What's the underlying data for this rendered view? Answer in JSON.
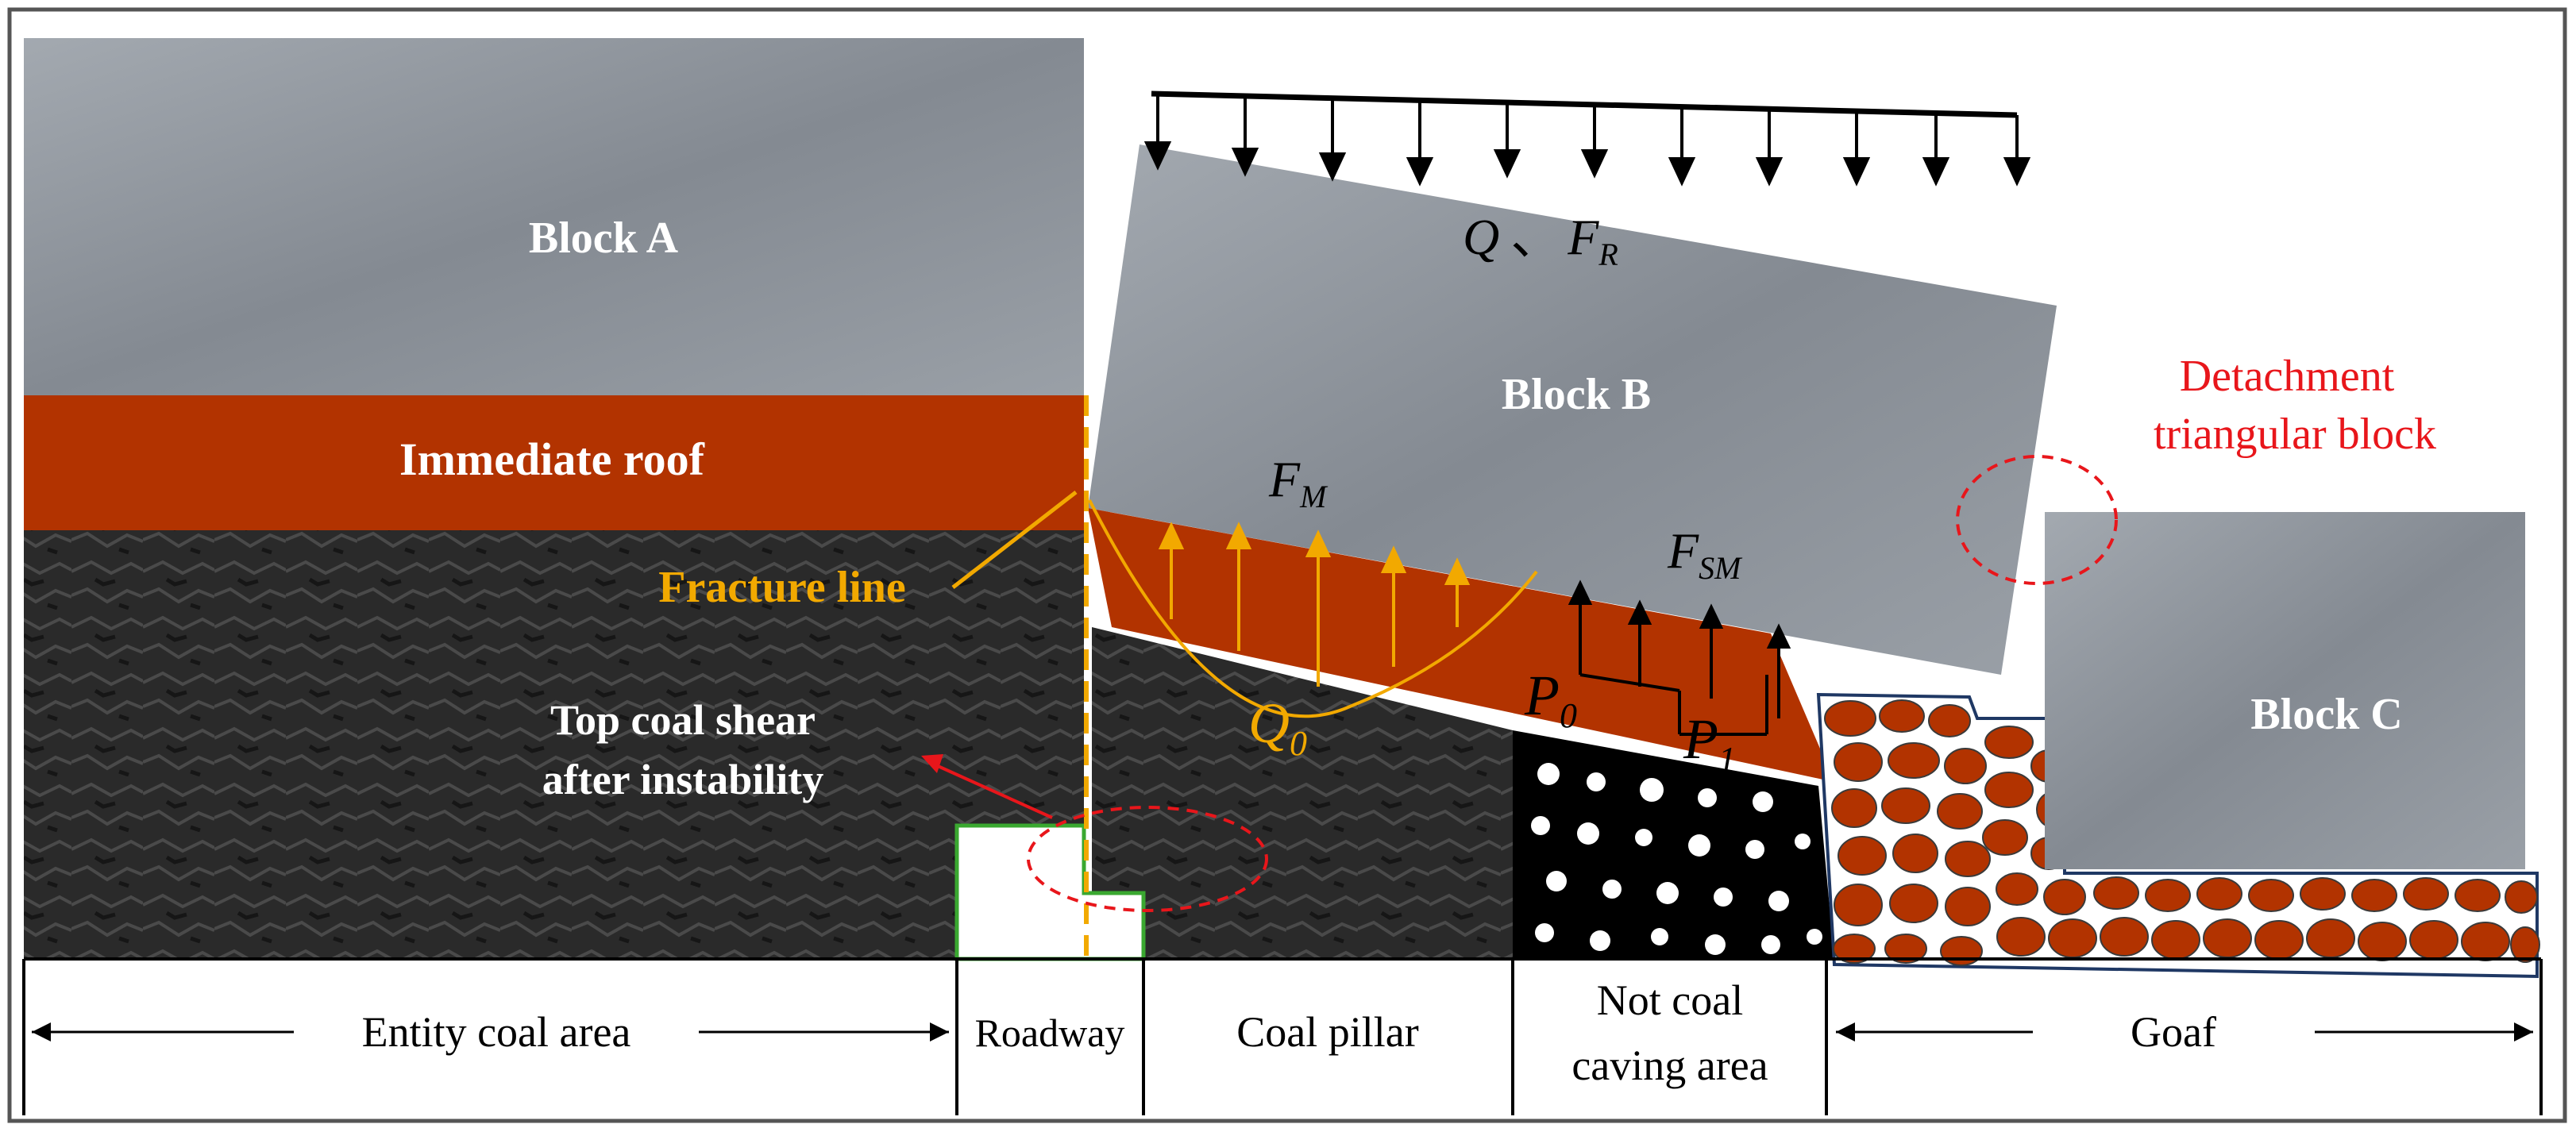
{
  "labels": {
    "block_a": "Block A",
    "block_b": "Block B",
    "block_c": "Block C",
    "immediate_roof": "Immediate roof",
    "fracture_line": "Fracture line",
    "top_coal_line1": "Top coal shear",
    "top_coal_line2": "after instability",
    "detachment_line1": "Detachment",
    "detachment_line2": "triangular block"
  },
  "forces": {
    "q": "Q",
    "sep": "、",
    "f": "F",
    "f_r_sub": "R",
    "f_m": "F",
    "f_m_sub": "M",
    "f_sm": "F",
    "f_sm_sub": "SM",
    "q0": "Q",
    "q0_sub": "0",
    "p0": "P",
    "p0_sub": "0",
    "p1": "P",
    "p1_sub": "1"
  },
  "zones": {
    "entity_coal": "Entity coal area",
    "roadway": "Roadway",
    "coal_pillar": "Coal pillar",
    "not_caving_line1": "Not coal",
    "not_caving_line2": "caving area",
    "goaf": "Goaf"
  },
  "colors": {
    "roof": "#b23300",
    "rock": "#8e949c",
    "coal": "#2b2b2b",
    "fracture": "#f2a900",
    "annotation_red": "#e8161b",
    "white_text": "#ffffff"
  }
}
